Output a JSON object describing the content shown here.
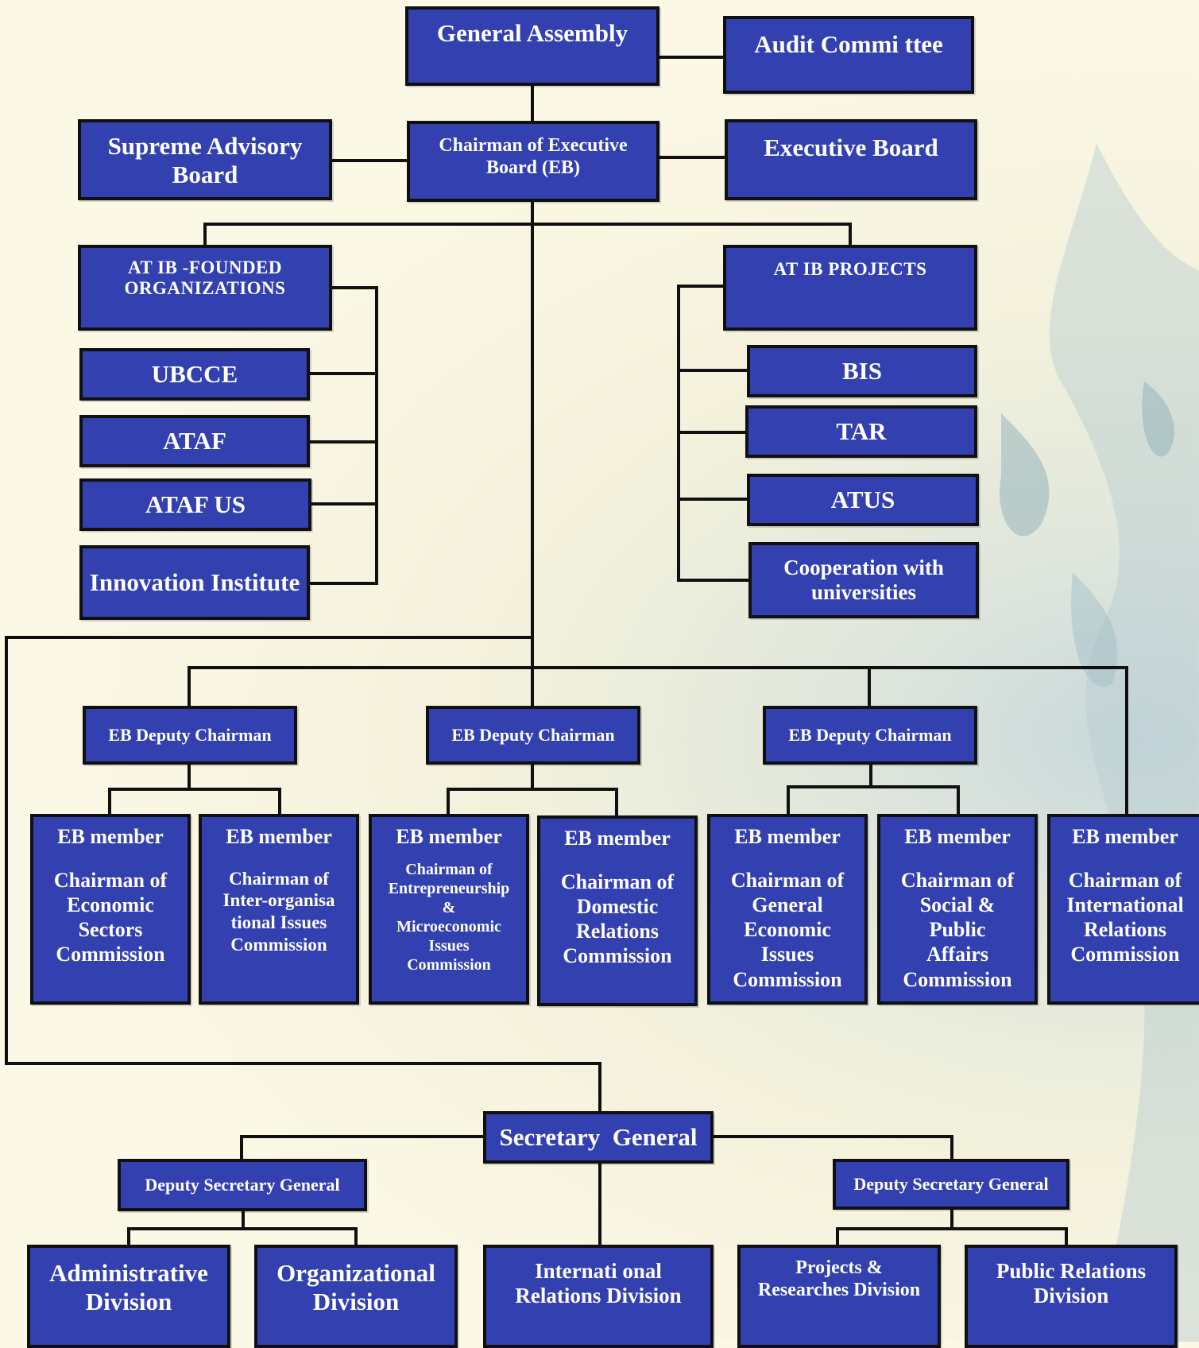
{
  "top": {
    "general_assembly": "General Assembly",
    "audit_committee": "Audit Commi ttee",
    "supreme_advisory_board": "Supreme Advisory Board",
    "chairman_eb": "Chairman of Executive Board (EB)",
    "executive_board": "Executive Board"
  },
  "founded": {
    "header": "AT IB -FOUNDED ORGANIZATIONS",
    "items": [
      "UBCCE",
      "ATAF",
      "ATAF US",
      "Innovation Institute"
    ]
  },
  "projects": {
    "header": "AT IB PROJECTS",
    "items": [
      "BIS",
      "TAR",
      "ATUS",
      "Cooperation with universities"
    ]
  },
  "deputies": [
    "EB Deputy Chairman",
    "EB Deputy Chairman",
    "EB Deputy Chairman"
  ],
  "members": [
    {
      "title": "EB member",
      "role": "Chairman of\nEconomic\nSectors\nCommission"
    },
    {
      "title": "EB member",
      "role": "Chairman of\nInter-organisa\ntional Issues\nCommission"
    },
    {
      "title": "EB member",
      "role": "Chairman of\nEntrepreneurship\n&\nMicroeconomic\nIssues\nCommission"
    },
    {
      "title": "EB member",
      "role": "Chairman of\nDomestic\nRelations\nCommission"
    },
    {
      "title": "EB member",
      "role": "Chairman of\nGeneral\nEconomic\nIssues\nCommission"
    },
    {
      "title": "EB member",
      "role": "Chairman of\nSocial &\nPublic\nAffairs\nCommission"
    },
    {
      "title": "EB member",
      "role": "Chairman of\nInternational\nRelations\nCommission"
    }
  ],
  "secretariat": {
    "secretary_general": "Secretary  General",
    "deputy_left": "Deputy Secretary General",
    "deputy_right": "Deputy Secretary General",
    "divisions": [
      "Administrative Division",
      "Organizational Division",
      "Internati onal Relations Division",
      "Projects & Researches Division",
      "Public Relations Division"
    ]
  },
  "colors": {
    "box_fill": "#3240b0",
    "box_border": "#101010",
    "line": "#101010"
  }
}
